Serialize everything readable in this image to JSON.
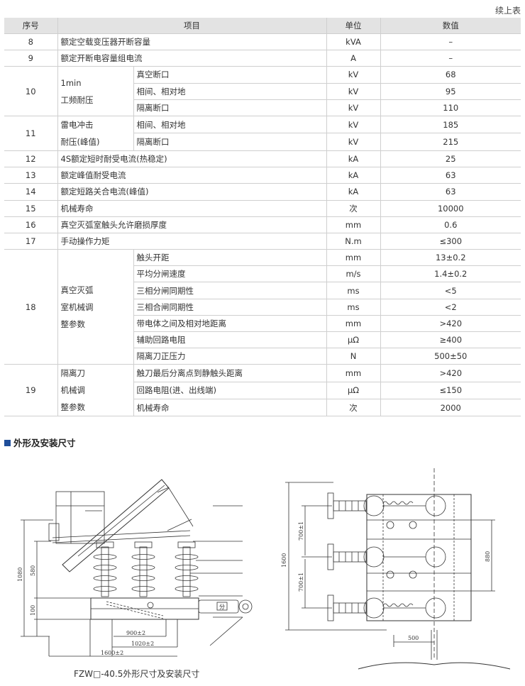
{
  "continued_label": "续上表",
  "headers": {
    "no": "序号",
    "item": "项目",
    "unit": "单位",
    "value": "数值"
  },
  "rows": {
    "r8": {
      "no": "8",
      "item": "额定空载变压器开断容量",
      "unit": "kVA",
      "value": "–"
    },
    "r9": {
      "no": "9",
      "item": "额定开断电容量组电流",
      "unit": "A",
      "value": "–"
    },
    "r10": {
      "no": "10",
      "group": [
        "1min",
        "工频耐压"
      ],
      "subs": [
        {
          "item": "真空断口",
          "unit": "kV",
          "value": "68"
        },
        {
          "item": "相间、相对地",
          "unit": "kV",
          "value": "95"
        },
        {
          "item": "隔离断口",
          "unit": "kV",
          "value": "110"
        }
      ]
    },
    "r11": {
      "no": "11",
      "group": [
        "雷电冲击",
        "耐压(峰值)"
      ],
      "subs": [
        {
          "item": "相间、相对地",
          "unit": "kV",
          "value": "185"
        },
        {
          "item": "隔离断口",
          "unit": "kV",
          "value": "215"
        }
      ]
    },
    "r12": {
      "no": "12",
      "item": "4S额定短时耐受电流(热稳定)",
      "unit": "kA",
      "value": "25"
    },
    "r13": {
      "no": "13",
      "item": "额定峰值耐受电流",
      "unit": "kA",
      "value": "63"
    },
    "r14": {
      "no": "14",
      "item": "额定短路关合电流(峰值)",
      "unit": "kA",
      "value": "63"
    },
    "r15": {
      "no": "15",
      "item": "机械寿命",
      "unit": "次",
      "value": "10000"
    },
    "r16": {
      "no": "16",
      "item": "真空灭弧室触头允许磨损厚度",
      "unit": "mm",
      "value": "0.6"
    },
    "r17": {
      "no": "17",
      "item": "手动操作力矩",
      "unit": "N.m",
      "value": "≤300"
    },
    "r18": {
      "no": "18",
      "group": [
        "真空灭弧",
        "室机械调",
        "整参数"
      ],
      "subs": [
        {
          "item": "触头开距",
          "unit": "mm",
          "value": "13±0.2"
        },
        {
          "item": "平均分闸速度",
          "unit": "m/s",
          "value": "1.4±0.2"
        },
        {
          "item": "三相分闸同期性",
          "unit": "ms",
          "value": "<5"
        },
        {
          "item": "三相合闸同期性",
          "unit": "ms",
          "value": "<2"
        },
        {
          "item": "带电体之间及相对地距离",
          "unit": "mm",
          "value": ">420"
        },
        {
          "item": "辅助回路电阻",
          "unit": "μΩ",
          "value": "≥400"
        },
        {
          "item": "隔离刀正压力",
          "unit": "N",
          "value": "500±50"
        }
      ]
    },
    "r19": {
      "no": "19",
      "group": [
        "隔离刀",
        "机械调",
        "整参数"
      ],
      "subs": [
        {
          "item": "触刀最后分离点到静触头距离",
          "unit": "mm",
          "value": ">420"
        },
        {
          "item": "回路电阻(进、出线端)",
          "unit": "μΩ",
          "value": "≤150"
        },
        {
          "item": "机械寿命",
          "unit": "次",
          "value": "2000"
        }
      ]
    }
  },
  "section_title": "外形及安装尺寸",
  "drawing_left": {
    "dims": {
      "h1080": "1080",
      "h580": "580",
      "h100": "100",
      "w900": "900±2",
      "w1020": "1020±2",
      "w1600": "1600±2"
    },
    "mark": "分"
  },
  "drawing_right": {
    "dims": {
      "h1600": "1600",
      "h700a": "700±1",
      "h700b": "700±1",
      "h880": "880",
      "w500": "500"
    }
  },
  "caption": "FZW□-40.5外形尺寸及安装尺寸"
}
